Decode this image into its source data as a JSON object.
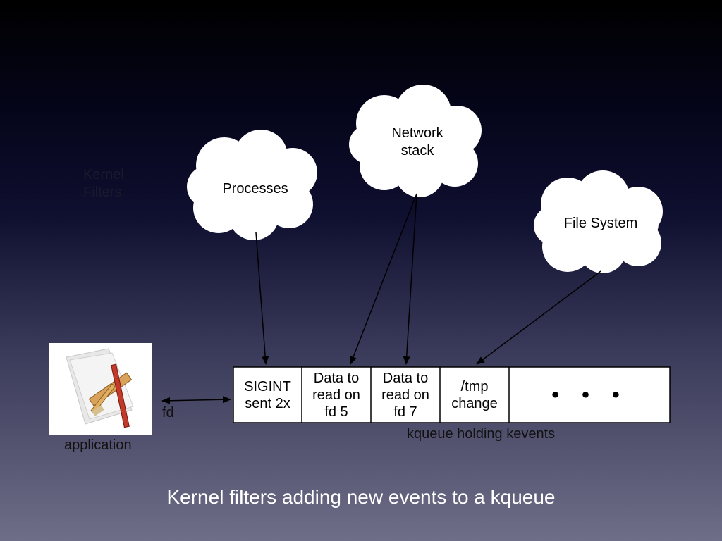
{
  "caption": "Kernel filters adding new events to a kqueue",
  "faint_label": "Kernel Filters",
  "clouds": {
    "processes": "Processes",
    "network": "Network stack",
    "filesystem": "File System"
  },
  "queue": {
    "cells": [
      "SIGINT sent 2x",
      "Data to read on fd 5",
      "Data to read on fd 7",
      "/tmp change"
    ],
    "more": "• • •",
    "label": "kqueue holding kevents"
  },
  "application": {
    "label": "application",
    "icon": "application-icon"
  },
  "fd_label": "fd"
}
